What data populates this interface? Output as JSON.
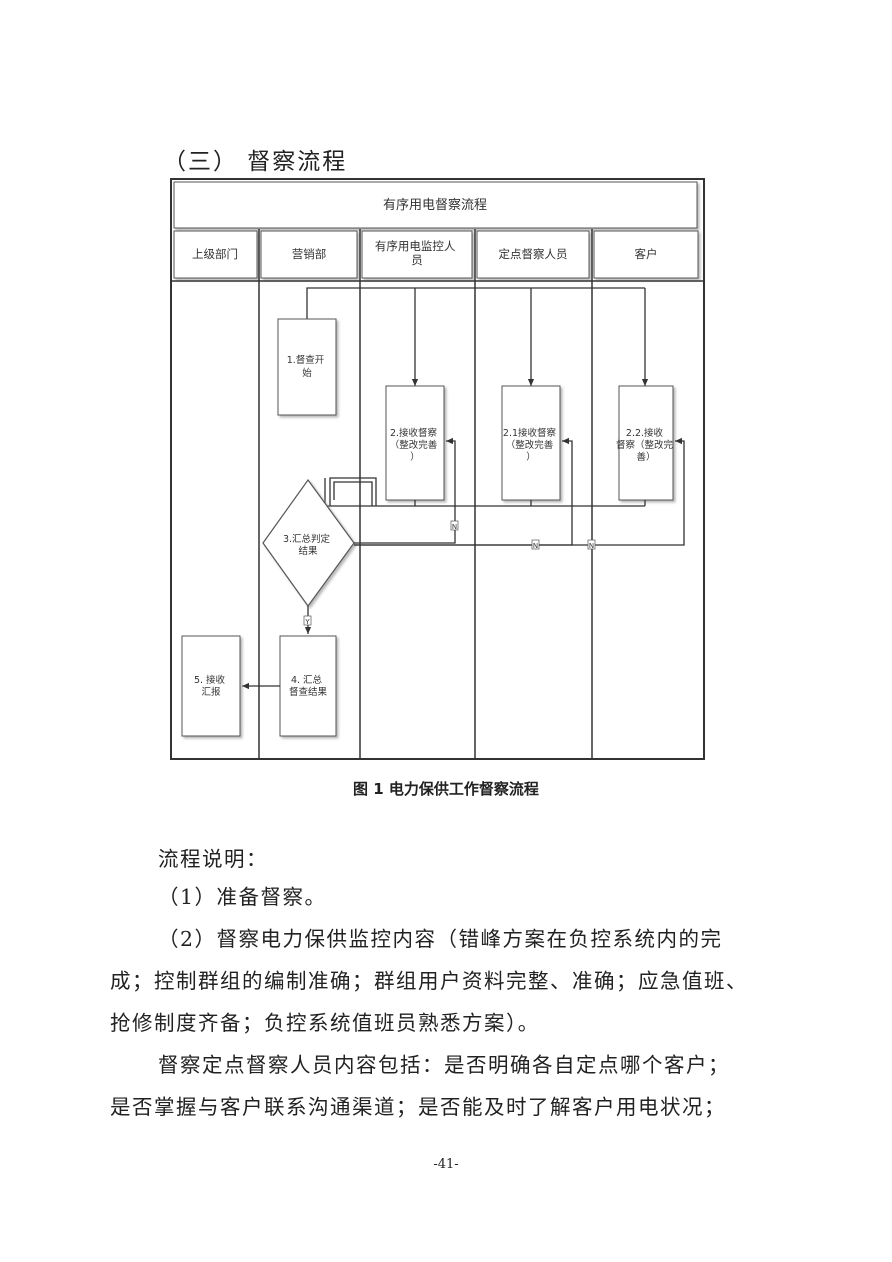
{
  "heading": "（三） 督察流程",
  "flowchart": {
    "title": "有序用电督察流程",
    "lanes": [
      "上级部门",
      "营销部",
      "有序用电监控人员",
      "定点督察人员",
      "客户"
    ],
    "steps": {
      "start": "1.督查开始",
      "receive_monitor": "2.接收督察（整改完善）",
      "receive_point": "2.1接收督察（整改完善）",
      "receive_customer": "2.2.接收督察（整改完善）",
      "judge": "3.汇总判定结果",
      "summarize": "4. 汇总督查结果",
      "report": "5. 接收汇报"
    },
    "connector_labels": {
      "n": "N",
      "y": "Y"
    }
  },
  "caption": "图 1 电力保供工作督察流程",
  "body": {
    "intro": "流程说明：",
    "item1": "（1）准备督察。",
    "item2_line1": "（2）督察电力保供监控内容（错峰方案在负控系统内的完",
    "item2_line2": "成；控制群组的编制准确；群组用户资料完整、准确；应急值班、",
    "item2_line3": "抢修制度齐备；负控系统值班员熟悉方案）。",
    "para_line1": "督察定点督察人员内容包括：是否明确各自定点哪个客户；",
    "para_line2": "是否掌握与客户联系沟通渠道；是否能及时了解客户用电状况；"
  },
  "page_number": "-41-"
}
